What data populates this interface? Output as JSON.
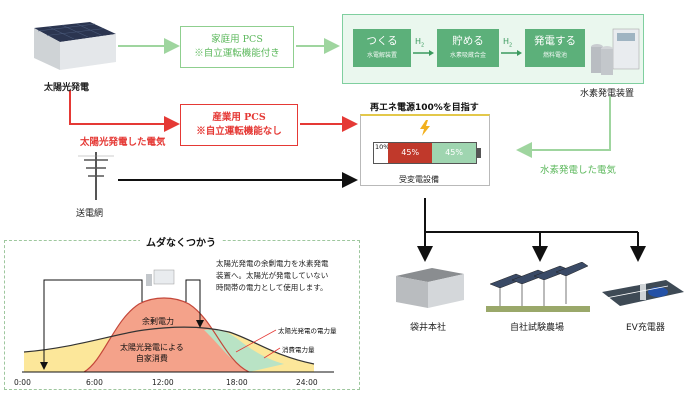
{
  "solar": {
    "label": "太陽光発電"
  },
  "home_pcs": {
    "line1": "家庭用 PCS",
    "line2": "※自立運転機能付き"
  },
  "industrial_pcs": {
    "line1": "産業用 PCS",
    "line2": "※自立運転機能なし"
  },
  "solar_electricity": "太陽光発電した電気",
  "hydrogen": {
    "steps": [
      {
        "title": "つくる",
        "sub": "水電解装置"
      },
      {
        "title": "貯める",
        "sub": "水素吸蔵合金"
      },
      {
        "title": "発電する",
        "sub": "燃料電池"
      }
    ],
    "h2_label": "H",
    "h2_sub": "2",
    "device_label": "水素発電装置",
    "electricity_label": "水素発電した電気"
  },
  "grid": {
    "label": "送電網"
  },
  "target": {
    "title": "再エネ電源100%を目指す",
    "segments": [
      "10%",
      "45%",
      "45%"
    ],
    "facility_label": "受変電設備"
  },
  "destinations": [
    {
      "label": "袋井本社"
    },
    {
      "label": "自社試験農場"
    },
    {
      "label": "EV充電器"
    }
  ],
  "graph": {
    "title": "ムダなくつかう",
    "description": [
      "太陽光発電の余剰電力を水素発電",
      "装置へ。太陽光が発電していない",
      "時間帯の電力として使用します。"
    ],
    "surplus_label": "余剰電力",
    "self_consumption_label": [
      "太陽光発電による",
      "自家消費"
    ],
    "legend_solar": "太陽光発電の電力量",
    "legend_consumption": "消費電力量",
    "x_ticks": [
      "0:00",
      "6:00",
      "12:00",
      "18:00",
      "24:00"
    ],
    "colors": {
      "solar": "#f4a28a",
      "consumption": "#fce79a",
      "overlap": "#b9e3c5"
    }
  },
  "colors": {
    "green": "#5cb85c",
    "red": "#e53935",
    "black": "#111111"
  }
}
